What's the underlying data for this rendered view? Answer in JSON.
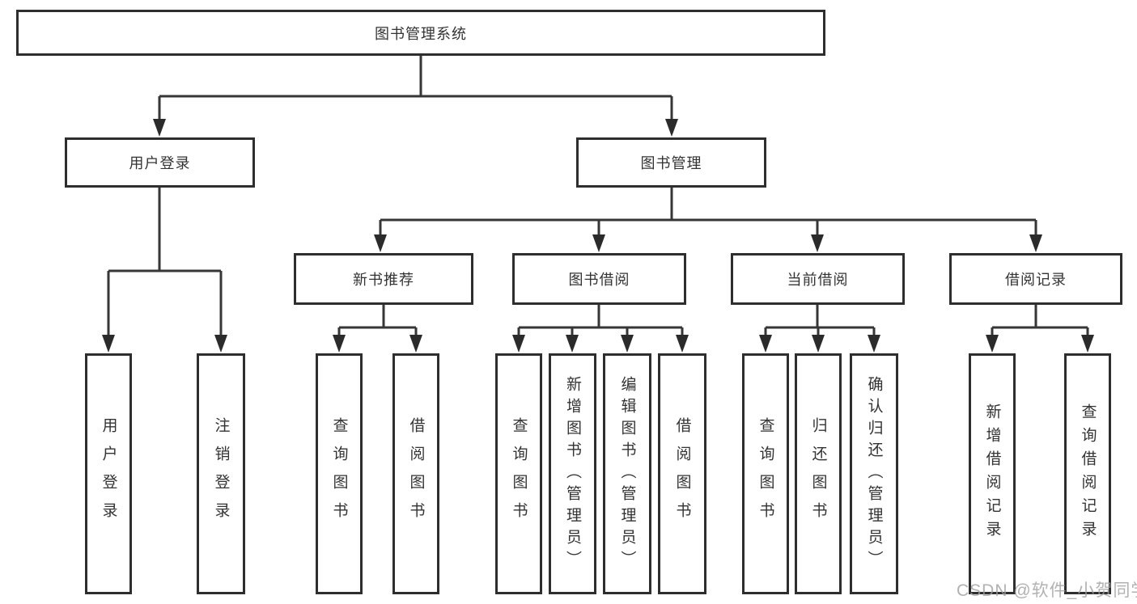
{
  "diagram": {
    "root": {
      "label": "图书管理系统"
    },
    "branches": [
      {
        "label": "用户登录",
        "children": [
          {
            "label": "用户登录"
          },
          {
            "label": "注销登录"
          }
        ]
      },
      {
        "label": "图书管理",
        "children": [
          {
            "label": "新书推荐",
            "children": [
              {
                "label": "查询图书"
              },
              {
                "label": "借阅图书"
              }
            ]
          },
          {
            "label": "图书借阅",
            "children": [
              {
                "label": "查询图书"
              },
              {
                "label": "新增图书（管理员）"
              },
              {
                "label": "编辑图书（管理员）"
              },
              {
                "label": "借阅图书"
              }
            ]
          },
          {
            "label": "当前借阅",
            "children": [
              {
                "label": "查询图书"
              },
              {
                "label": "归还图书"
              },
              {
                "label": "确认归还（管理员）"
              }
            ]
          },
          {
            "label": "借阅记录",
            "children": [
              {
                "label": "新增借阅记录"
              },
              {
                "label": "查询借阅记录"
              }
            ]
          }
        ]
      }
    ]
  },
  "watermark": {
    "text": "CSDN @软件_小贺同学"
  },
  "colors": {
    "background": "#ffffff",
    "box_border": "#2e2e2e",
    "line": "#363636",
    "text": "#333333",
    "watermark": "#9e9e9e"
  }
}
